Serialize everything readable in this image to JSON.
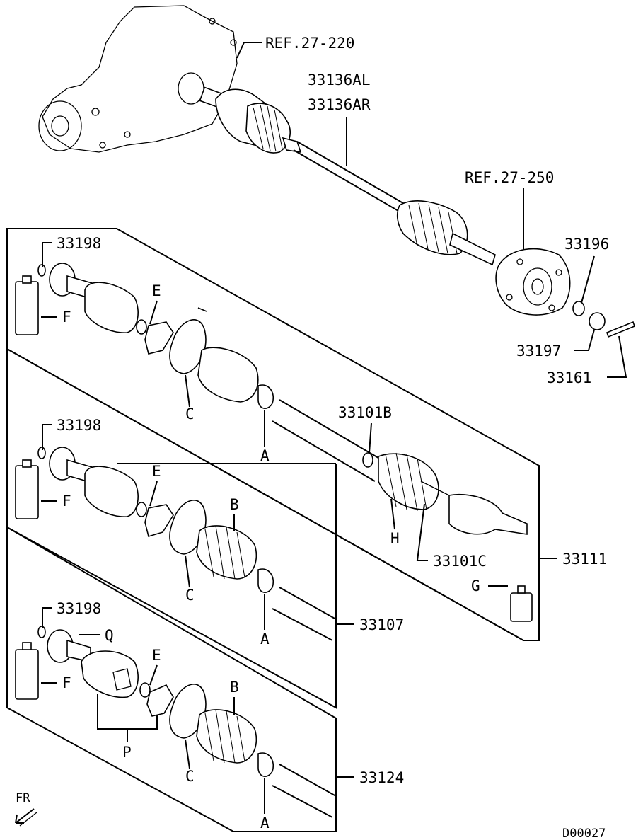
{
  "labels": {
    "ref_27_220": "REF.27-220",
    "p_33136al": "33136AL",
    "p_33136ar": "33136AR",
    "ref_27_250": "REF.27-250",
    "p_33196": "33196",
    "p_33197": "33197",
    "p_33161": "33161",
    "p_33198_a": "33198",
    "p_33198_b": "33198",
    "p_33198_c": "33198",
    "p_33101b": "33101B",
    "p_33101c": "33101C",
    "p_33111": "33111",
    "p_33107": "33107",
    "p_33124": "33124",
    "e1": "E",
    "f1": "F",
    "c1": "C",
    "a1": "A",
    "e2": "E",
    "f2": "F",
    "c2": "C",
    "a2": "A",
    "b2": "B",
    "h": "H",
    "g": "G",
    "e3": "E",
    "f3": "F",
    "c3": "C",
    "a3": "A",
    "b3": "B",
    "q": "Q",
    "p": "P",
    "fr": "FR",
    "diagram_code": "D00027"
  }
}
